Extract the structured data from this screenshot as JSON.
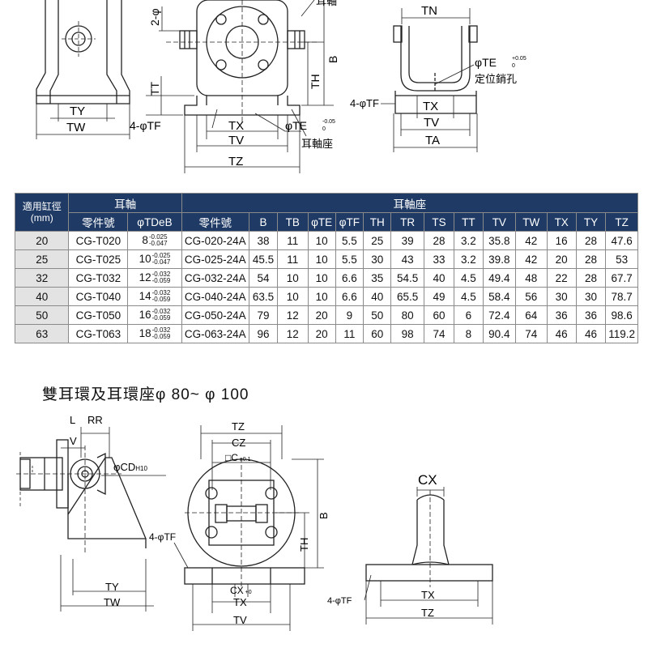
{
  "top_drawings": {
    "left": {
      "ty": "TY",
      "tw": "TW"
    },
    "middle": {
      "two_phi": "2-",
      "tt": "TT",
      "four_tf": "4-",
      "tf": "TF",
      "tx": "TX",
      "tv": "TV",
      "tz": "TZ",
      "te": "TE",
      "te_tol_upper": "-0.05",
      "te_tol_lower": "0",
      "th": "TH",
      "b": "B",
      "ear_axle": "耳軸",
      "ear_axle_seat": "耳軸座"
    },
    "right": {
      "tn": "TN",
      "te": "TE",
      "te_tol_upper": "+0.05",
      "te_tol_lower": "0",
      "pin_hole": "定位銷孔",
      "four_tf": "4-",
      "tf": "TF",
      "tx": "TX",
      "tv": "TV",
      "ta": "TA"
    }
  },
  "table": {
    "header_bore": "適用缸徑\n(mm)",
    "group_axle": "耳軸",
    "group_seat": "耳軸座",
    "sub_part_no": "零件號",
    "sub_tdeb": "TDeB",
    "sub_seat_part_no": "零件號",
    "seat_columns": [
      "B",
      "TB",
      "TE",
      "TF",
      "TH",
      "TR",
      "TS",
      "TT",
      "TV",
      "TW",
      "TX",
      "TY",
      "TZ"
    ],
    "rows": [
      {
        "bore": "20",
        "axle_part": "CG-T020",
        "tdeb": "8",
        "tol_upper": "-0.025",
        "tol_lower": "-0.047",
        "seat_part": "CG-020-24A",
        "values": [
          "38",
          "11",
          "10",
          "5.5",
          "25",
          "39",
          "28",
          "3.2",
          "35.8",
          "42",
          "16",
          "28",
          "47.6"
        ]
      },
      {
        "bore": "25",
        "axle_part": "CG-T025",
        "tdeb": "10",
        "tol_upper": "-0.025",
        "tol_lower": "-0.047",
        "seat_part": "CG-025-24A",
        "values": [
          "45.5",
          "11",
          "10",
          "5.5",
          "30",
          "43",
          "33",
          "3.2",
          "39.8",
          "42",
          "20",
          "28",
          "53"
        ]
      },
      {
        "bore": "32",
        "axle_part": "CG-T032",
        "tdeb": "12",
        "tol_upper": "-0.032",
        "tol_lower": "-0.059",
        "seat_part": "CG-032-24A",
        "values": [
          "54",
          "10",
          "10",
          "6.6",
          "35",
          "54.5",
          "40",
          "4.5",
          "49.4",
          "48",
          "22",
          "28",
          "67.7"
        ]
      },
      {
        "bore": "40",
        "axle_part": "CG-T040",
        "tdeb": "14",
        "tol_upper": "-0.032",
        "tol_lower": "-0.059",
        "seat_part": "CG-040-24A",
        "values": [
          "63.5",
          "10",
          "10",
          "6.6",
          "40",
          "65.5",
          "49",
          "4.5",
          "58.4",
          "56",
          "30",
          "30",
          "78.7"
        ]
      },
      {
        "bore": "50",
        "axle_part": "CG-T050",
        "tdeb": "16",
        "tol_upper": "-0.032",
        "tol_lower": "-0.059",
        "seat_part": "CG-050-24A",
        "values": [
          "79",
          "12",
          "20",
          "9",
          "50",
          "80",
          "60",
          "6",
          "72.4",
          "64",
          "36",
          "36",
          "98.6"
        ]
      },
      {
        "bore": "63",
        "axle_part": "CG-T063",
        "tdeb": "18",
        "tol_upper": "-0.032",
        "tol_lower": "-0.059",
        "seat_part": "CG-063-24A",
        "values": [
          "96",
          "12",
          "20",
          "11",
          "60",
          "98",
          "74",
          "8",
          "90.4",
          "74",
          "46",
          "46",
          "119.2"
        ]
      }
    ]
  },
  "section_title": "雙耳環及耳環座",
  "section_range": "80~",
  "section_range_end": "100",
  "bottom_drawings": {
    "left": {
      "l": "L",
      "rr": "RR",
      "v": "V",
      "cd": "CD",
      "cd_sub": "H10",
      "ty": "TY",
      "tw": "TW"
    },
    "middle": {
      "tz": "TZ",
      "cz": "CZ",
      "c": "C",
      "c_tol": "±0.1",
      "b": "B",
      "th": "TH",
      "four_tf": "4-",
      "tf": "TF",
      "cx": "CX",
      "cx_tol": "+0",
      "tx": "TX",
      "tv": "TV"
    },
    "right": {
      "cx": "CX",
      "four_tf": "4-",
      "tf": "TF",
      "tx": "TX",
      "tz": "TZ"
    }
  }
}
